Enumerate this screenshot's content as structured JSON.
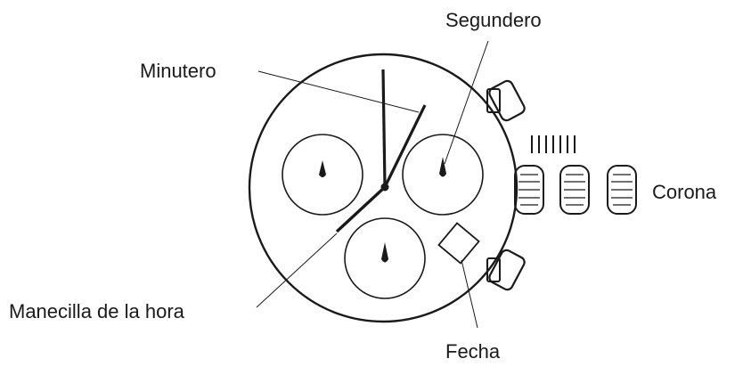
{
  "labels": {
    "segundero": "Segundero",
    "minutero": "Minutero",
    "corona": "Corona",
    "manecilla_hora": "Manecilla de la hora",
    "fecha": "Fecha"
  },
  "crown_positions": [
    "0",
    "1",
    "2"
  ],
  "colors": {
    "ink": "#1a1a1a",
    "background": "#ffffff"
  }
}
